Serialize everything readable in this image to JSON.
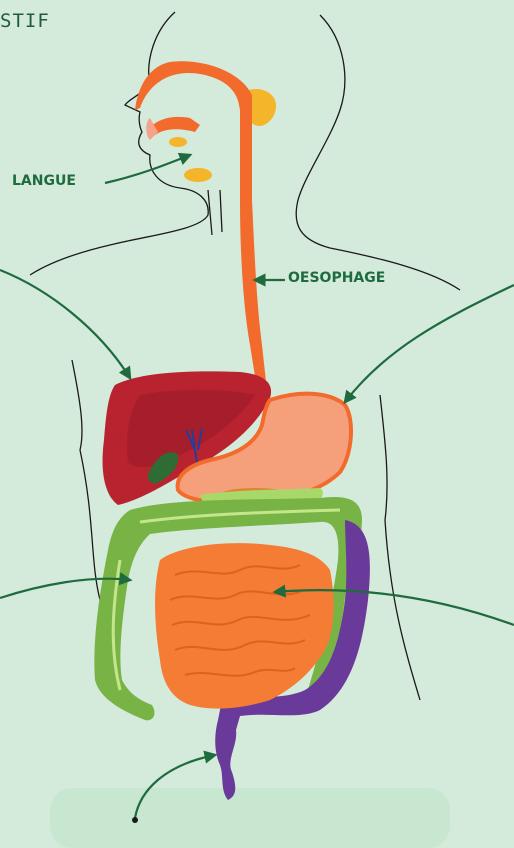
{
  "title_fragment": "STIF",
  "labels": {
    "tongue": "LANGUE",
    "esophagus": "OESOPHAGE"
  },
  "colors": {
    "background": "#d4eadb",
    "arrow": "#1e6b3e",
    "esophagus": "#f26b2d",
    "liver": "#b8232f",
    "stomach": "#f5a07a",
    "small_intestine": "#f47c35",
    "large_intestine": "#78b445",
    "rectum": "#6a3a9a",
    "gallbladder": "#2f6b34",
    "salivary_glands": "#f5b52a"
  }
}
